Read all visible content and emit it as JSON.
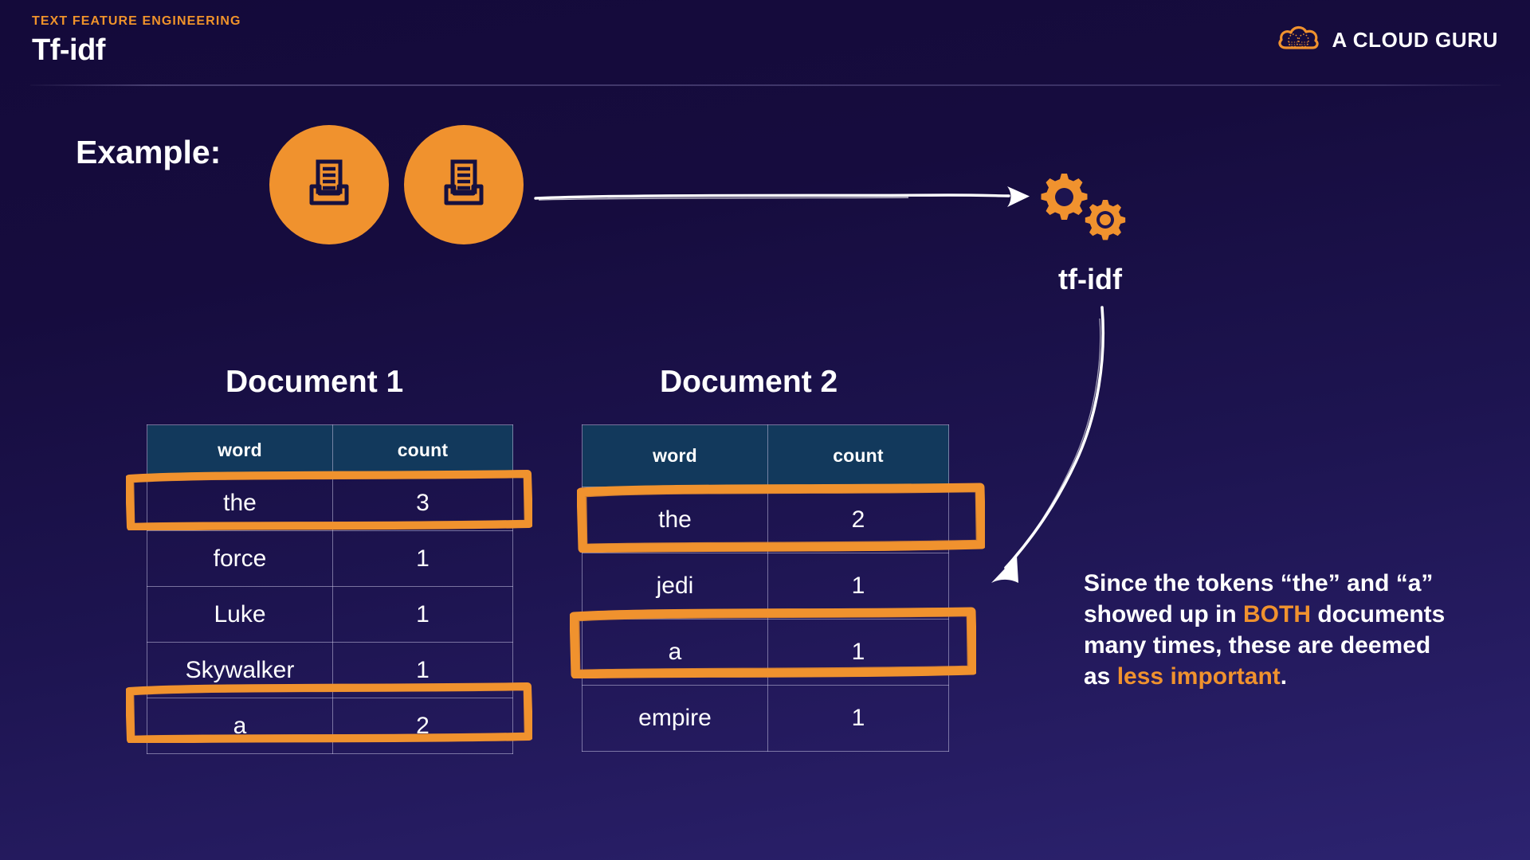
{
  "header": {
    "kicker": "TEXT FEATURE ENGINEERING",
    "title": "Tf-idf",
    "brand_name": "A CLOUD GURU",
    "brand_icon": "cloud-brain-icon"
  },
  "example": {
    "label": "Example:",
    "doc_icon_1": "document-inbox-icon",
    "doc_icon_2": "document-inbox-icon",
    "arrow_icon": "straight-arrow-right-icon",
    "gears_icon": "gears-icon",
    "process_label": "tf-idf",
    "curved_arrow_icon": "curved-arrow-down-left-icon"
  },
  "tables": [
    {
      "title": "Document 1",
      "columns": [
        "word",
        "count"
      ],
      "rows": [
        {
          "word": "the",
          "count": "3",
          "highlighted": true
        },
        {
          "word": "force",
          "count": "1",
          "highlighted": false
        },
        {
          "word": "Luke",
          "count": "1",
          "highlighted": false
        },
        {
          "word": "Skywalker",
          "count": "1",
          "highlighted": false
        },
        {
          "word": "a",
          "count": "2",
          "highlighted": true
        }
      ]
    },
    {
      "title": "Document 2",
      "columns": [
        "word",
        "count"
      ],
      "rows": [
        {
          "word": "the",
          "count": "2",
          "highlighted": true
        },
        {
          "word": "jedi",
          "count": "1",
          "highlighted": false
        },
        {
          "word": "a",
          "count": "1",
          "highlighted": true
        },
        {
          "word": "empire",
          "count": "1",
          "highlighted": false
        }
      ]
    }
  ],
  "explanation": {
    "part1": "Since the tokens “the” and “a” showed up in ",
    "emphasis1": "BOTH",
    "part2": " documents many times, these are deemed as ",
    "emphasis2": "less important",
    "part3": "."
  },
  "colors": {
    "accent_orange": "#f0922e",
    "background_top": "#140a3a",
    "background_bottom": "#2c2370",
    "table_header": "#12395c",
    "text_white": "#ffffff"
  }
}
